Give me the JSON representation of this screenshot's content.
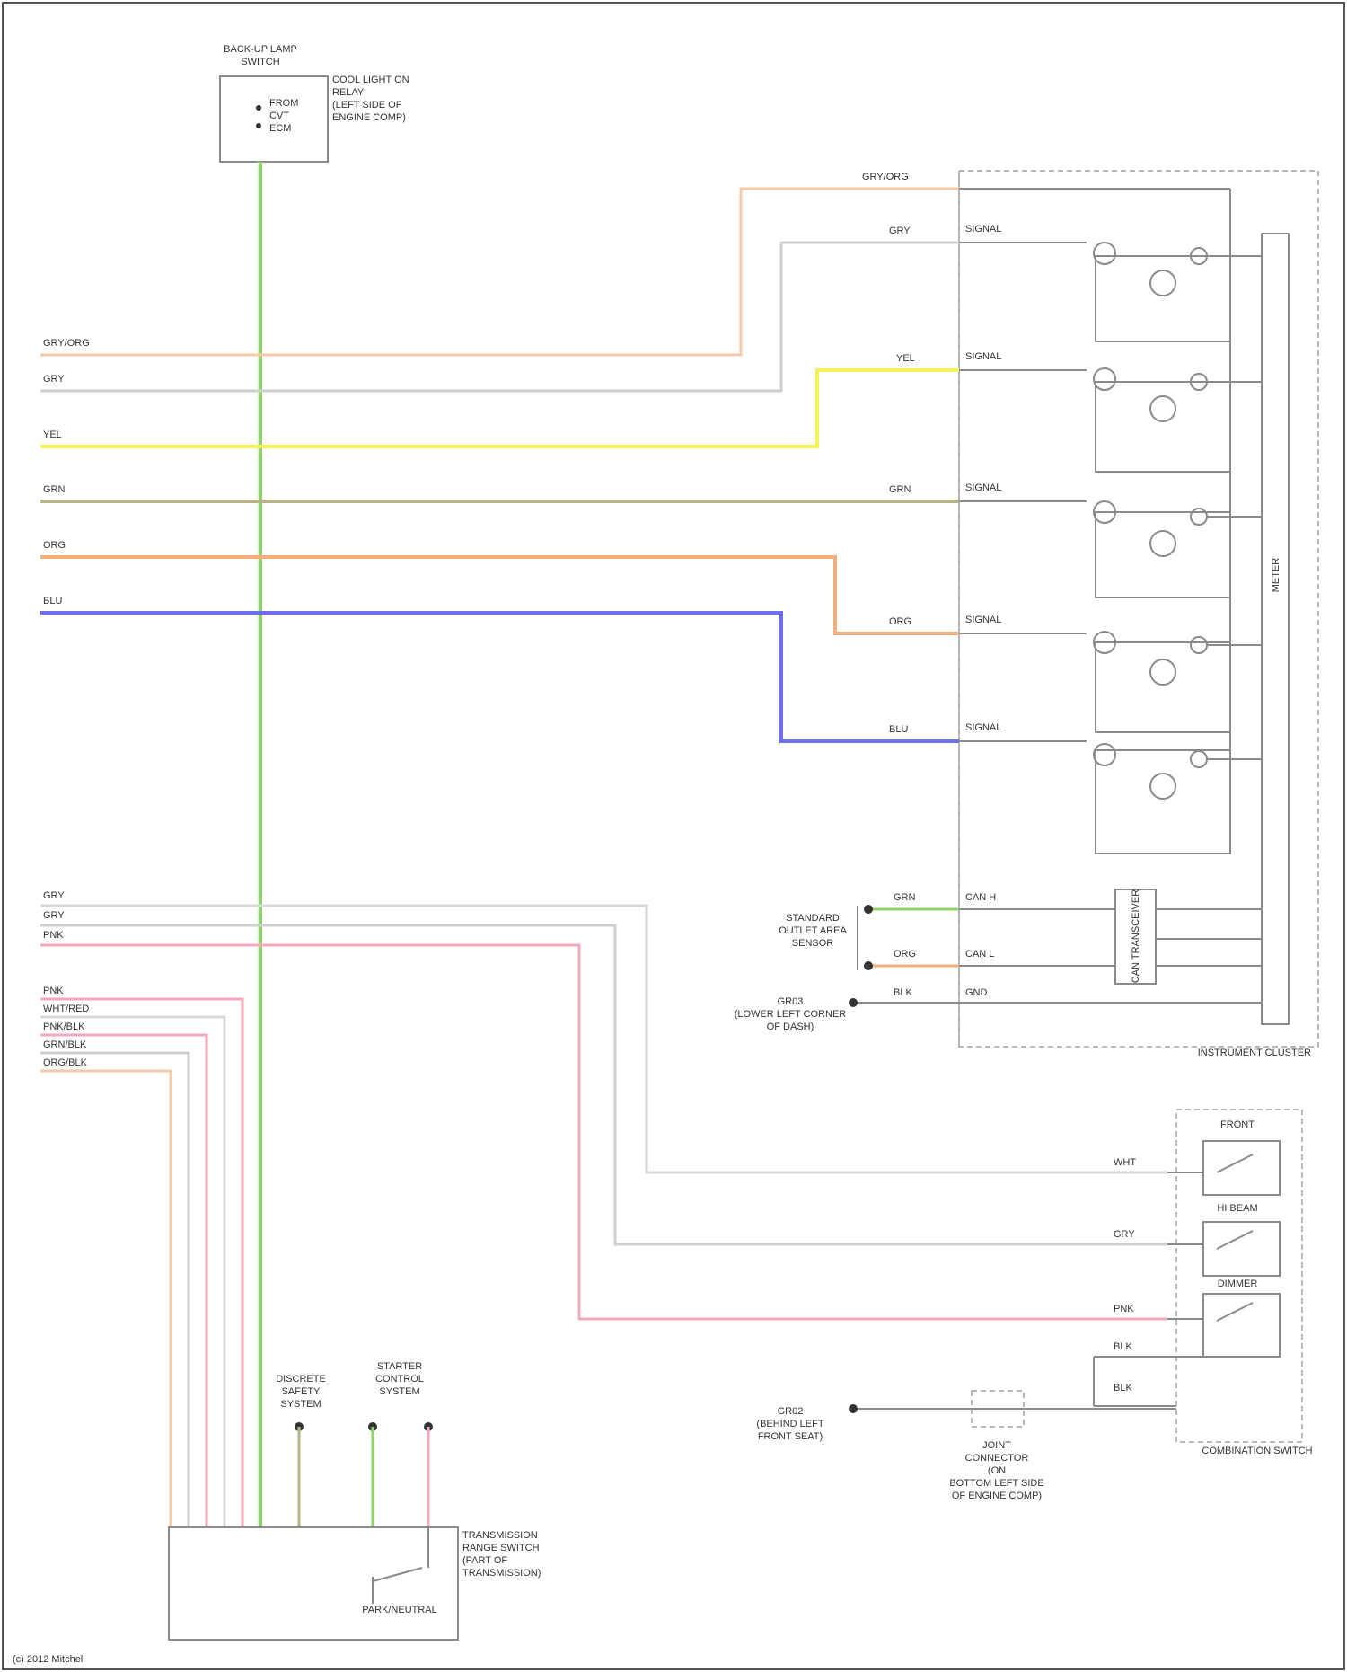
{
  "title": "Electrical wiring diagram (schematic)",
  "footer": "(c) 2012 Mitchell",
  "components": {
    "top_box": {
      "label": [
        "BACK-UP LAMP",
        "SWITCH"
      ],
      "side": [
        "COOL LIGHT ON",
        "RELAY",
        "(LEFT SIDE OF",
        "ENGINE COMP)"
      ],
      "pins": [
        "FROM",
        "CVT",
        "ECM"
      ]
    },
    "module": {
      "label": "INSTRUMENT CLUSTER",
      "side": "METER"
    },
    "transceiver": {
      "label": "CAN TRANSCEIVER"
    },
    "pressure": [
      "STANDARD",
      "OUTLET AREA",
      "SENSOR"
    ],
    "ground": [
      "GR03",
      "(LOWER LEFT CORNER",
      "OF DASH)"
    ],
    "sw_assy": {
      "label": "COMBINATION SWITCH",
      "switches": [
        "FRONT",
        "HI BEAM",
        "DIMMER"
      ]
    },
    "joint": [
      "JOINT",
      "CONNECTOR",
      "(ON",
      "BOTTOM LEFT SIDE",
      "OF ENGINE COMP)"
    ],
    "ground2": [
      "GR02",
      "(BEHIND LEFT",
      "FRONT SEAT)"
    ],
    "bottom_box": {
      "label": [
        "TRANSMISSION",
        "RANGE SWITCH",
        "(PART OF",
        "TRANSMISSION)"
      ],
      "inner": "PARK/NEUTRAL"
    },
    "bottom_items": [
      [
        "DISCRETE",
        "SAFETY",
        "SYSTEM"
      ],
      [
        "STARTER",
        "CONTROL",
        "SYSTEM"
      ]
    ]
  },
  "wires": {
    "left_top": [
      "GRY/ORG",
      "GRY",
      "YEL",
      "GRN",
      "ORG",
      "BLU"
    ],
    "left_mid": [
      "GRY",
      "GRY",
      "PNK"
    ],
    "left_bot": [
      "PNK",
      "WHT/RED",
      "PNK/BLK",
      "GRN/BLK",
      "ORG/BLK"
    ],
    "ladder_left": [
      "GRY/ORG",
      "GRY",
      "YEL",
      "GRN",
      "ORG",
      "BLU"
    ],
    "ladder_mid": [
      "SIGNAL",
      "SIGNAL",
      "SIGNAL",
      "SIGNAL",
      "SIGNAL"
    ],
    "right_wires": [
      "WHT",
      "GRY",
      "PNK",
      "BLK",
      "BLK"
    ],
    "can": [
      "GRN",
      "ORG",
      "BLK"
    ],
    "can_mid": [
      "CAN H",
      "CAN L",
      "GND"
    ]
  },
  "colors": {
    "green": "#8fd36a",
    "yellow": "#f2f25a",
    "olive": "#b7b58a",
    "orange": "#f4b07c",
    "blue": "#6e6ef0",
    "pink": "#f5a9b8",
    "peach": "#f4c9a8",
    "gray": "#cfcfcf"
  }
}
